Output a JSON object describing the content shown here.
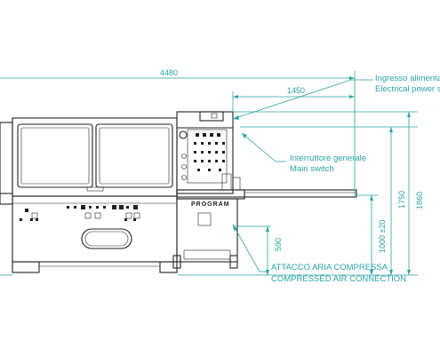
{
  "dimensions": {
    "overall_length": "4480",
    "panel_offset": "1450",
    "overall_height": "1860",
    "table_height": "1750",
    "work_height": "1000 ±20",
    "air_height": "590"
  },
  "callouts": {
    "power_supply_it": "Ingresso alimentazione",
    "power_supply_en": "Electrical power supply",
    "main_switch_it": "Interruttore generale",
    "main_switch_en": "Main switch",
    "air_connection_it": "ATTACCO ARIA COMPRESSA",
    "air_connection_en": "COMPRESSED AIR CONNECTION"
  },
  "machine": {
    "brand_label": "PROGRAM"
  },
  "colors": {
    "dimension_lines": "#2aa3a3",
    "machine_lines": "#222222"
  }
}
